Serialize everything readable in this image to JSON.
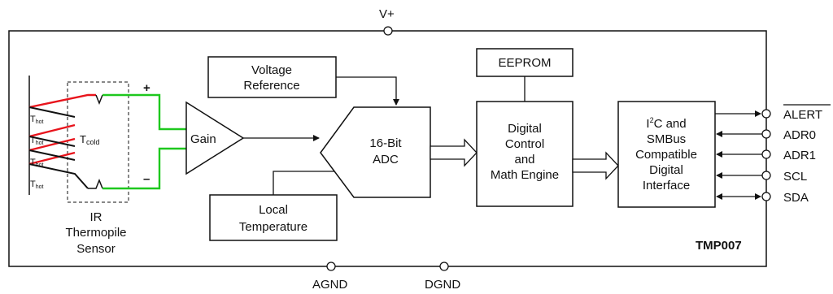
{
  "power": {
    "vplus": "V+",
    "agnd": "AGND",
    "dgnd": "DGND"
  },
  "chip": {
    "name": "TMP007"
  },
  "sensor": {
    "t_hot": "T",
    "t_hot_sub": "hot",
    "t_cold": "T",
    "t_cold_sub": "cold",
    "plus": "+",
    "minus": "–",
    "caption": [
      "IR",
      "Thermopile",
      "Sensor"
    ]
  },
  "blocks": {
    "voltage_ref": [
      "Voltage",
      "Reference"
    ],
    "local_temp": [
      "Local",
      "Temperature"
    ],
    "gain": "Gain",
    "adc": [
      "16-Bit",
      "ADC"
    ],
    "eeprom": "EEPROM",
    "digital_control": [
      "Digital",
      "Control",
      "and",
      "Math Engine"
    ],
    "interface_first": "I",
    "interface_sup": "2",
    "interface_rest": "C and",
    "interface": [
      "SMBus",
      "Compatible",
      "Digital",
      "Interface"
    ]
  },
  "pins": [
    "ALERT",
    "ADR0",
    "ADR1",
    "SCL",
    "SDA"
  ],
  "colors": {
    "hot_wire": "#e8141c",
    "lead_wire": "#1ec81e",
    "line": "#111111"
  }
}
